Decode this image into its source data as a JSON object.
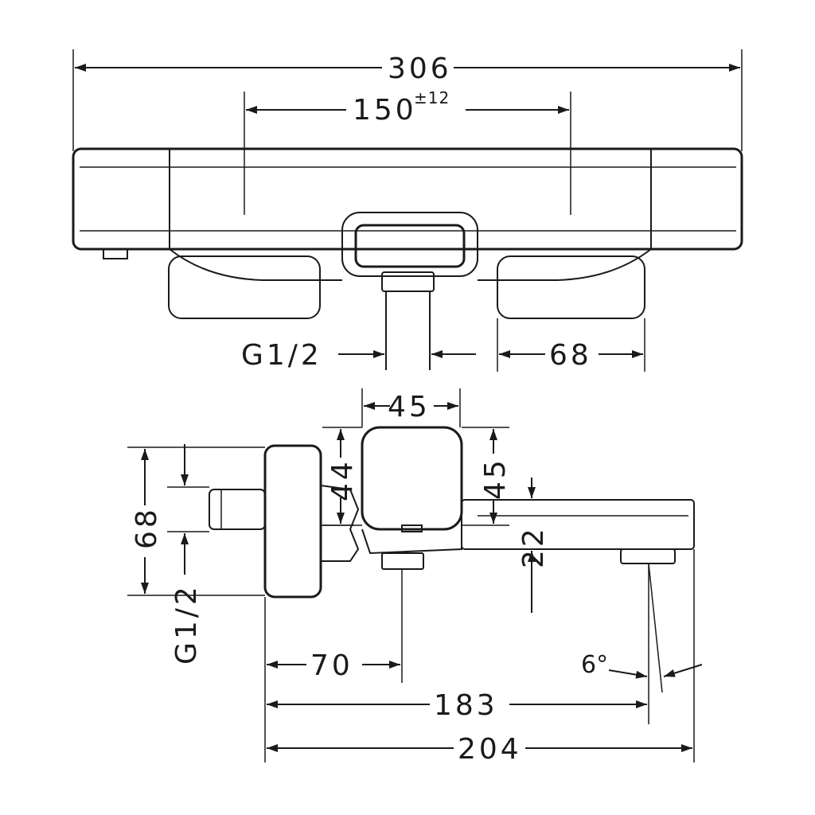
{
  "title": "Bath thermostat dimension drawing",
  "units": "mm",
  "top_view": {
    "overall_width": "306",
    "center_distance": "150",
    "center_tolerance": "±12",
    "connection_thread": "G1/2",
    "handle_width": "68"
  },
  "side_view": {
    "height": "68",
    "connection_thread": "G1/2",
    "knob_height": "44",
    "knob_width": "45",
    "knob_offset": "45",
    "spout_height": "22",
    "depth_to_pipe": "70",
    "depth_to_outlet": "183",
    "total_depth": "204",
    "angle": "6°"
  },
  "colors": {
    "line": "#1a1a1a",
    "background": "#ffffff"
  }
}
